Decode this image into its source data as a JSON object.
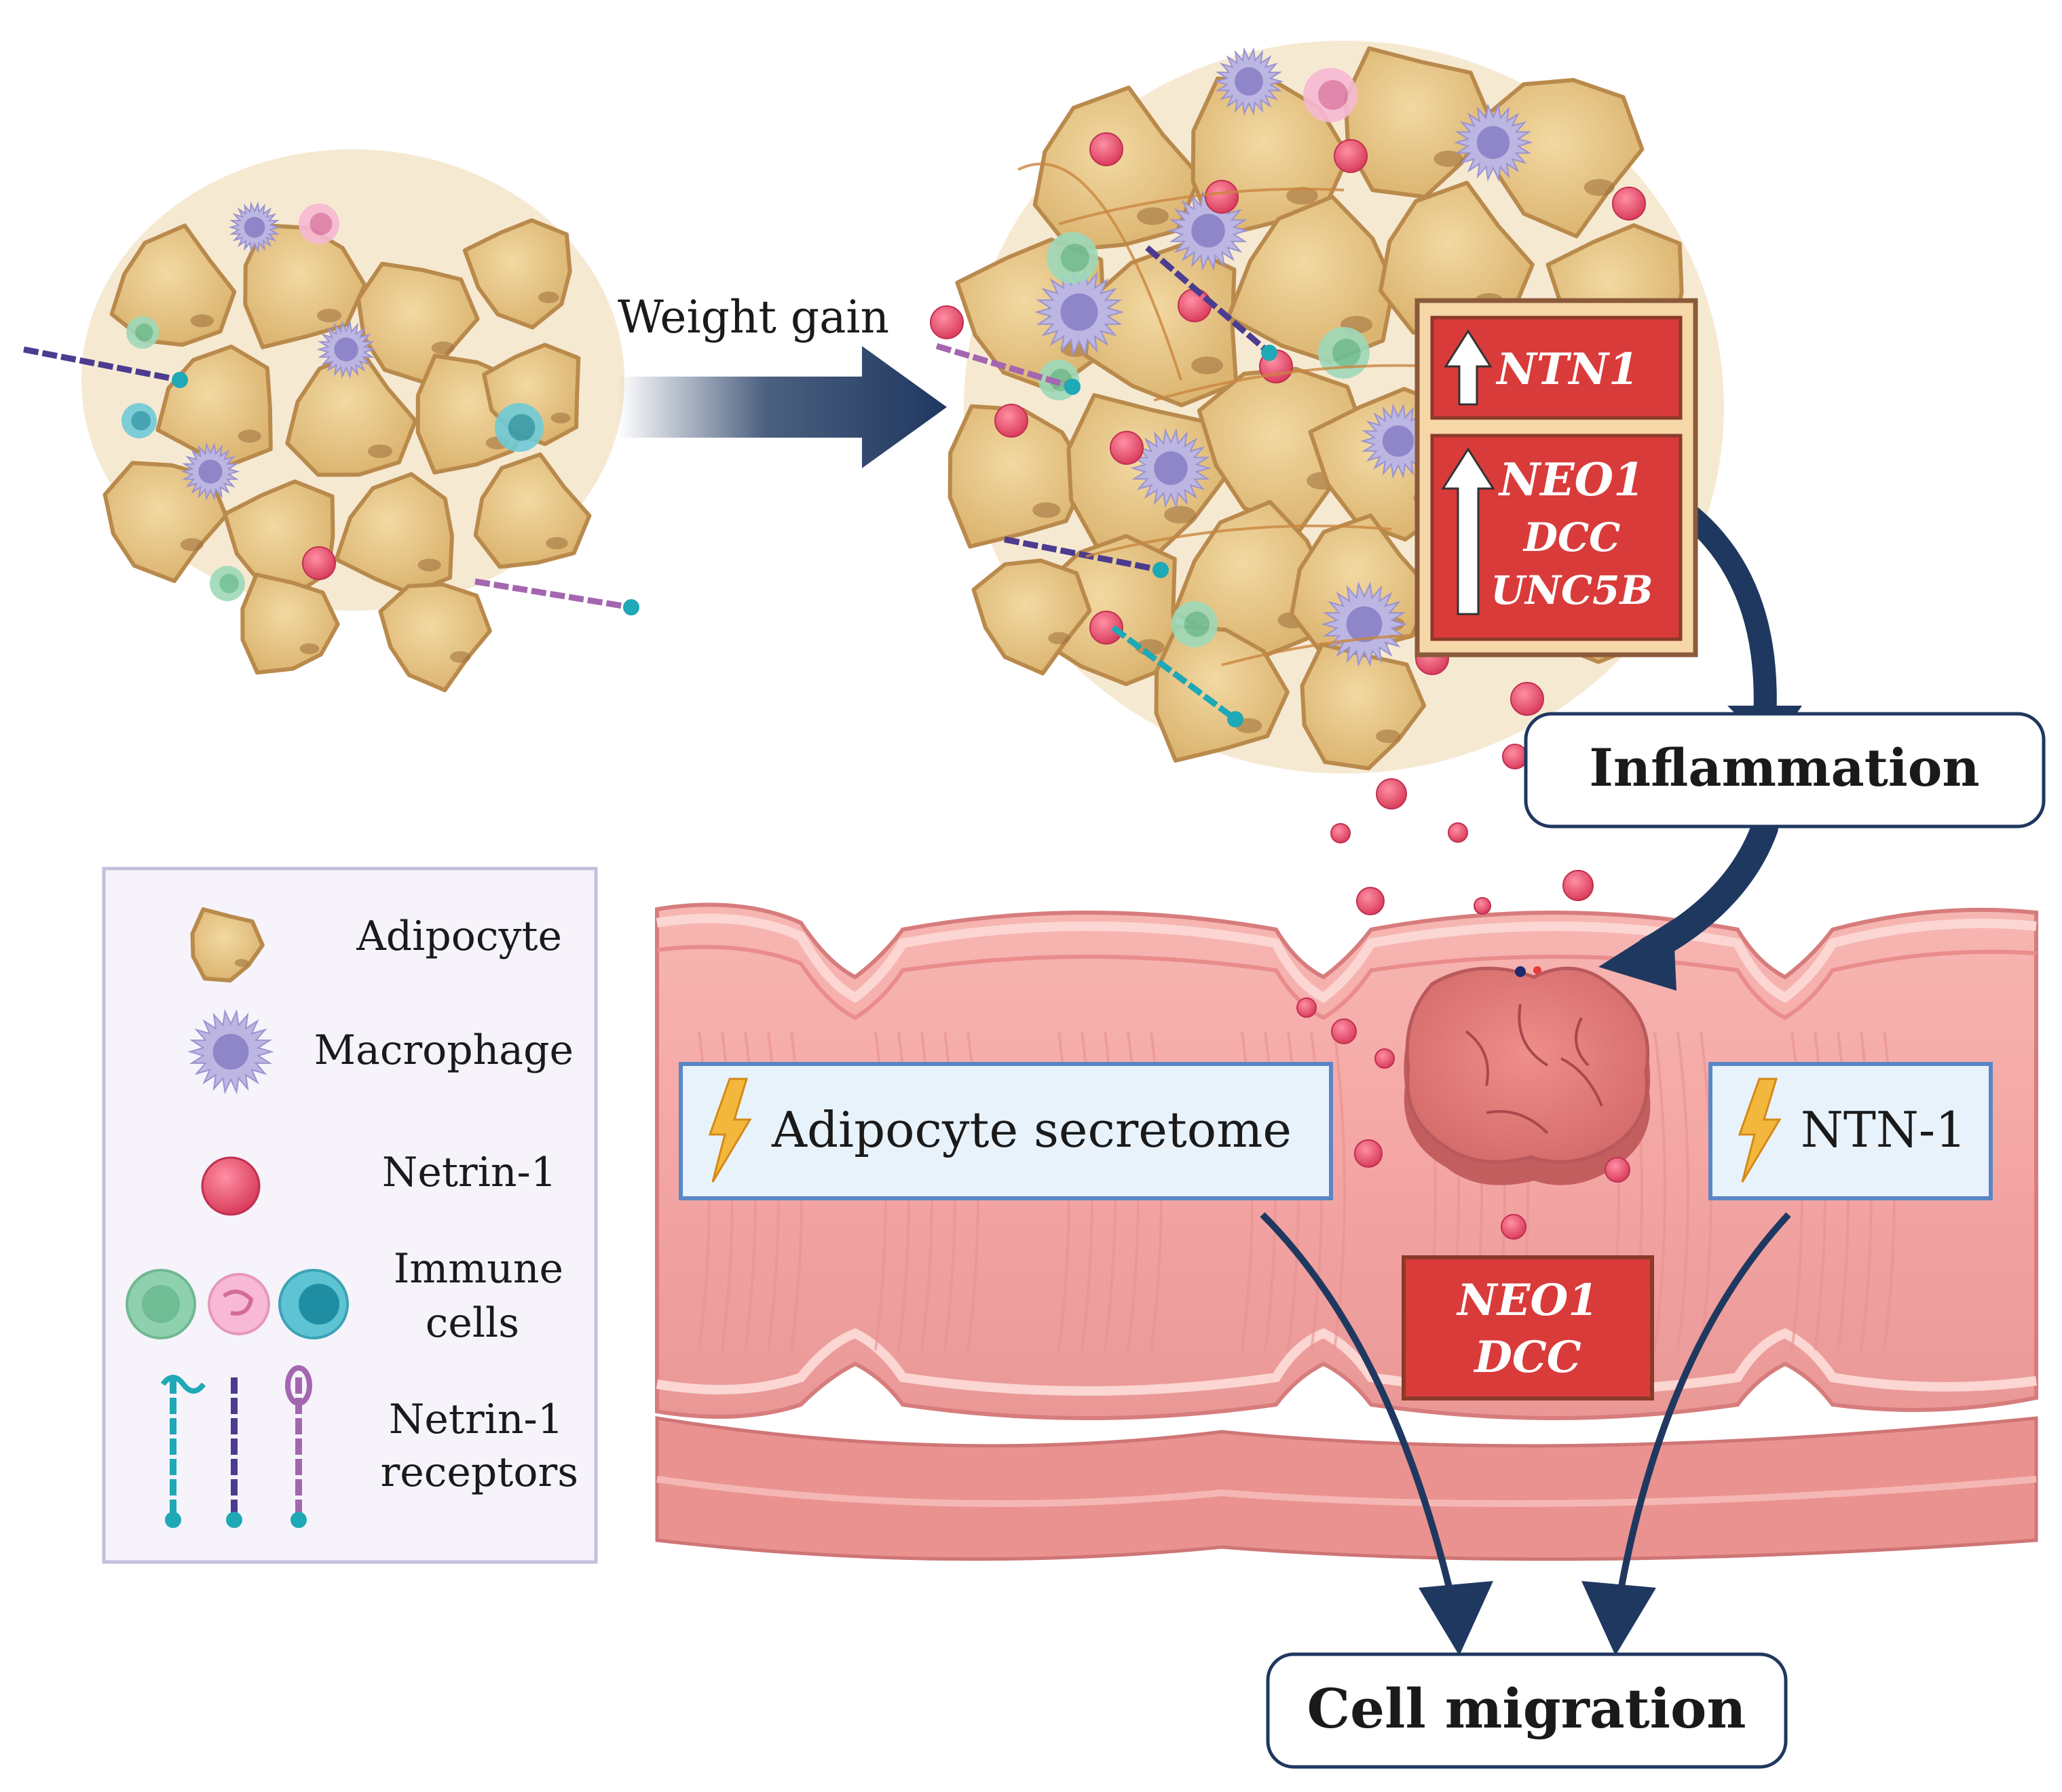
{
  "arrow_label": "Weight gain",
  "upregulated_box": {
    "top_gene": "NTN1",
    "bottom_genes": [
      "NEO1",
      "DCC",
      "UNC5B"
    ]
  },
  "inflammation_label": "Inflammation",
  "colon_box": {
    "genes": [
      "NEO1",
      "DCC"
    ]
  },
  "stimulus_boxes": {
    "left": "Adipocyte  secretome",
    "right": "NTN-1"
  },
  "outcome_label": "Cell migration",
  "legend": {
    "adipocyte": "Adipocyte",
    "macrophage": "Macrophage",
    "netrin": "Netrin-1",
    "immune_line1": "Immune",
    "immune_line2": "cells",
    "receptors_line1": "Netrin-1",
    "receptors_line2": "receptors"
  },
  "icons": {
    "adipocyte": "adipocyte-icon",
    "macrophage": "macrophage-icon",
    "netrin": "netrin-1-icon",
    "immune": "immune-cell-icon",
    "receptor": "receptor-icon",
    "lightning": "lightning-icon",
    "up_arrow": "up-arrow-icon",
    "tumor": "tumor-icon"
  },
  "colors": {
    "fat_cell": "#e3c07f",
    "fat_cell_edge": "#b98a4c",
    "macrophage": "#a9a3d4",
    "netrin": "#e8506c",
    "gene_box": "#d93b3b",
    "gene_box_border": "#8b5a3a",
    "navy_arrow": "#1f3860",
    "colon": "#f2a7a3",
    "stimulus_box": "#e8f2fb",
    "stimulus_border": "#5b86c6",
    "lightning": "#f4b73d",
    "legend_bg": "#f6f3fb",
    "legend_border": "#c5bfdc"
  }
}
